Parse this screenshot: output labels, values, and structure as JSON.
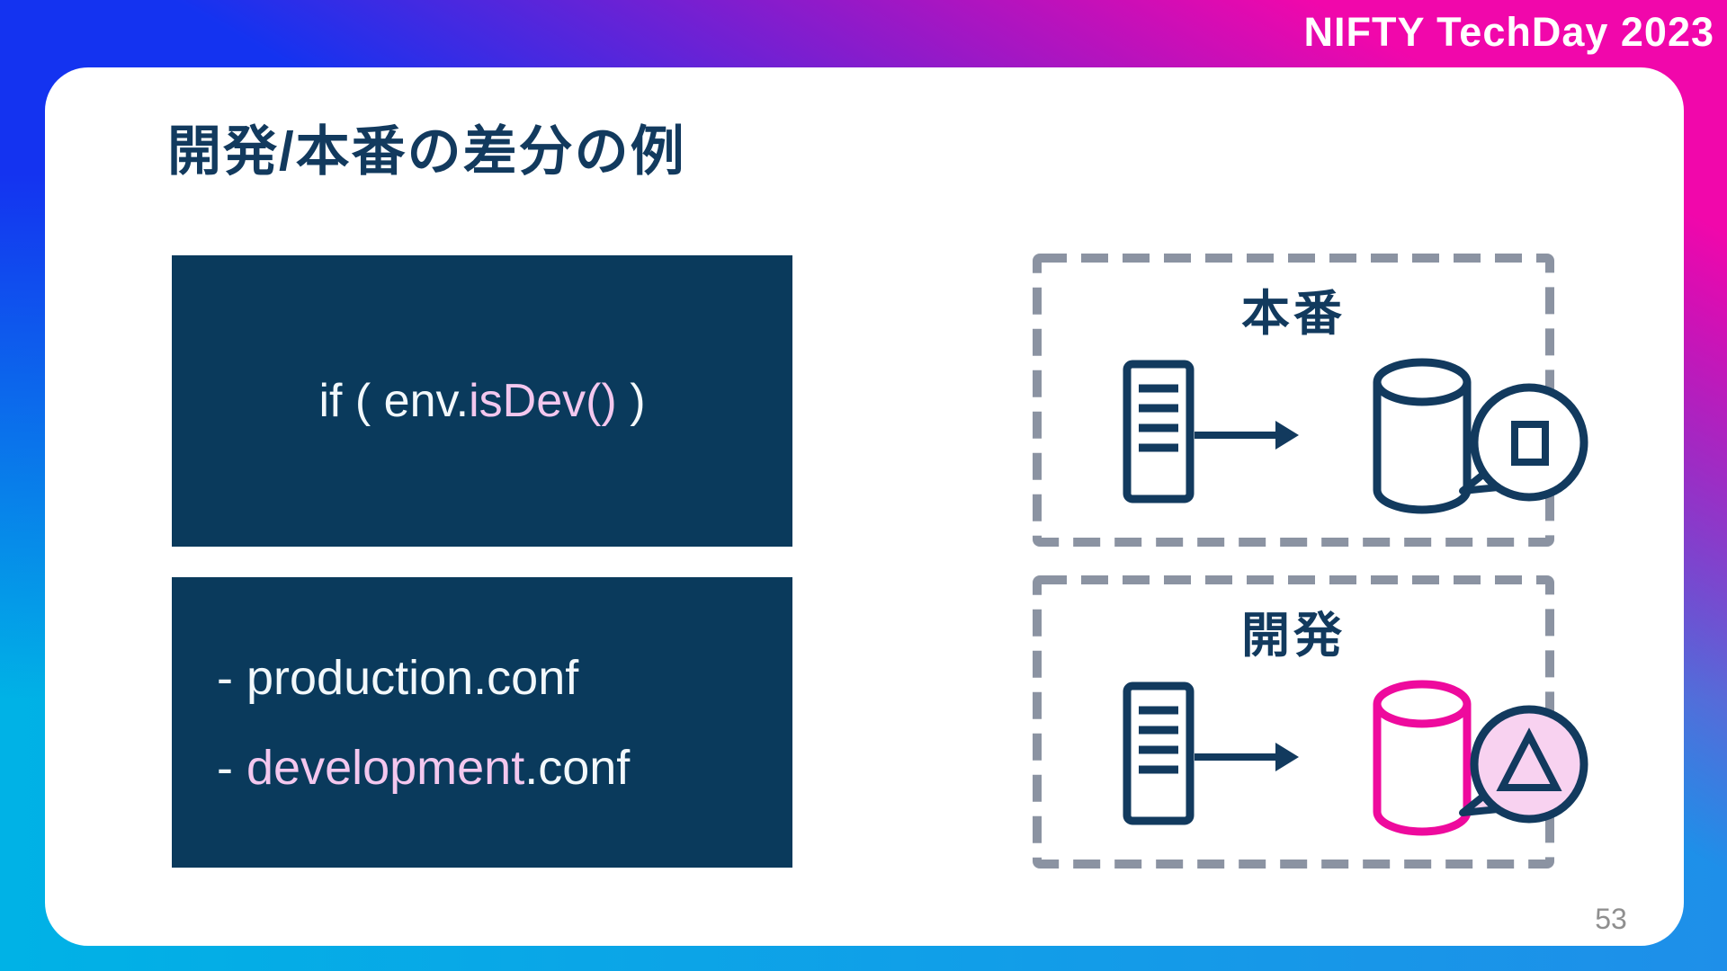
{
  "theme": {
    "navy": "#123a5e",
    "code_bg": "#0a3a5c",
    "code_text": "#f2f8fb",
    "pink_text": "#f3c7ee",
    "magenta": "#ee0a9d",
    "bubble_pink": "#f8d2f0",
    "dash_gray": "#8b93a2",
    "bg_cyan": "#00b2e6",
    "bg_sky": "#1e8fe9",
    "bg_blue": "#1433f0",
    "bg_magenta": "#f107ab",
    "card_bg": "#ffffff",
    "logo_color": "#ffffff",
    "page_num_gray": "#8f8f8f"
  },
  "header": {
    "logo_text": "NIFTY TechDay 2023"
  },
  "slide": {
    "title": "開発/本番の差分の例",
    "page_number": "53",
    "code_blocks": [
      {
        "name": "if-env-snippet",
        "segments": [
          {
            "text": "if ( env.",
            "color": "white"
          },
          {
            "text": "isDev()",
            "color": "pink"
          },
          {
            "text": " )",
            "color": "white"
          }
        ]
      },
      {
        "name": "conf-files-snippet",
        "lines": [
          [
            {
              "text": "- production.conf",
              "color": "white"
            }
          ],
          [
            {
              "text": "- ",
              "color": "white"
            },
            {
              "text": "development",
              "color": "pink"
            },
            {
              "text": ".conf",
              "color": "white"
            }
          ]
        ]
      }
    ],
    "env_boxes": [
      {
        "label": "本番",
        "variant": "production",
        "bubble_shape": "square"
      },
      {
        "label": "開発",
        "variant": "development",
        "bubble_shape": "triangle"
      }
    ]
  }
}
